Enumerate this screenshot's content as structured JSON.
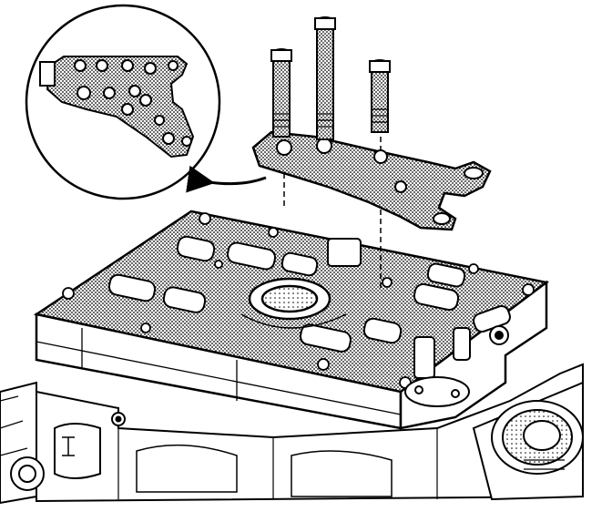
{
  "figure": {
    "background": "#ffffff",
    "ink": "#000000",
    "shade": "#b8b8b8",
    "parts": {
      "detail_view": "detail-inset",
      "bracket": "mounting-bracket",
      "bolts": 3,
      "valve_body": "valve-body-assembly",
      "case": "transmission-case"
    }
  }
}
